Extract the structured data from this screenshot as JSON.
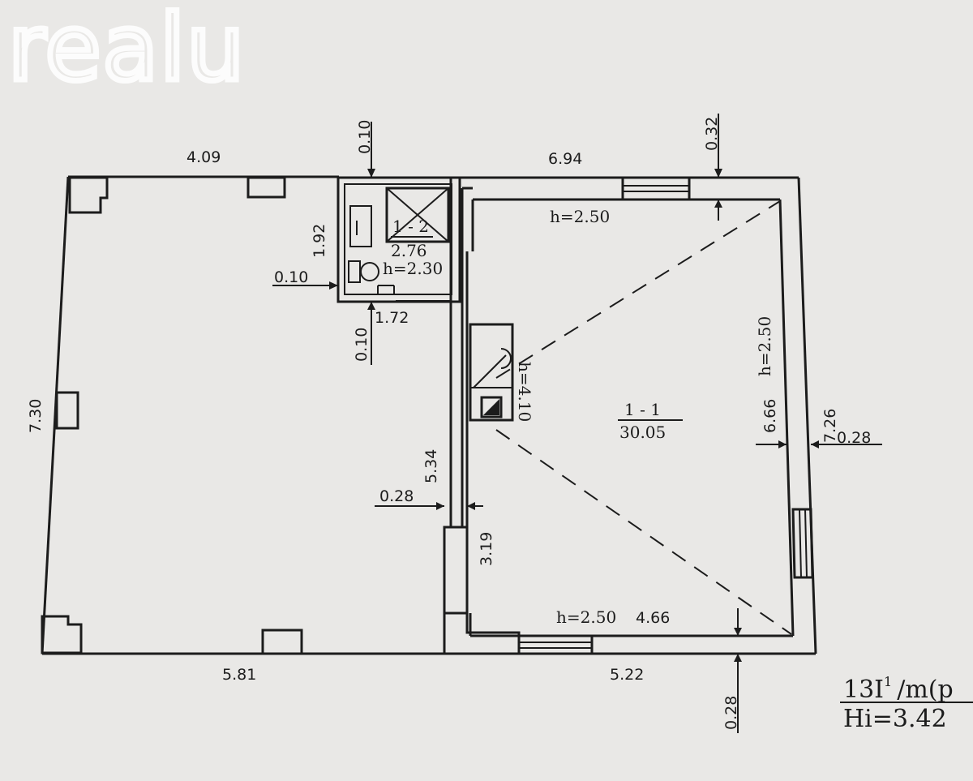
{
  "watermark": "realu",
  "plan": {
    "dimensions": {
      "top_left": "4.09",
      "top_right": "6.94",
      "top_thk_bath": "0.10",
      "top_thk_right": "0.32",
      "bath_height": "1.92",
      "bath_left_thk": "0.10",
      "bath_width": "1.72",
      "bath_bottom_thk": "0.10",
      "left_height": "7.30",
      "inner_wall_len": "5.34",
      "inner_wall_thk": "0.28",
      "door_width": "3.19",
      "chimney_h": "h=4.10",
      "right_inner": "6.66",
      "right_outer": "7.26",
      "right_thk": "0.28",
      "bottom_inner": "4.66",
      "bottom_left": "5.81",
      "bottom_right": "5.22",
      "bottom_thk": "0.28"
    },
    "rooms": [
      {
        "id": "1 - 2",
        "area": "2.76",
        "height": "h=2.30"
      },
      {
        "id": "1 - 1",
        "area": "30.05",
        "height": "h=2.50"
      }
    ],
    "heights": {
      "top": "h=2.50",
      "right": "h=2.50",
      "bottom": "h=2.50"
    },
    "footnote": {
      "line1": "13I",
      "sup": "1",
      "line1_rest": "/m(p",
      "line2": "Hi=3.42"
    }
  },
  "colors": {
    "paper": "#e9e8e6",
    "ink": "#1c1c1c",
    "watermark": "#ffffff"
  }
}
